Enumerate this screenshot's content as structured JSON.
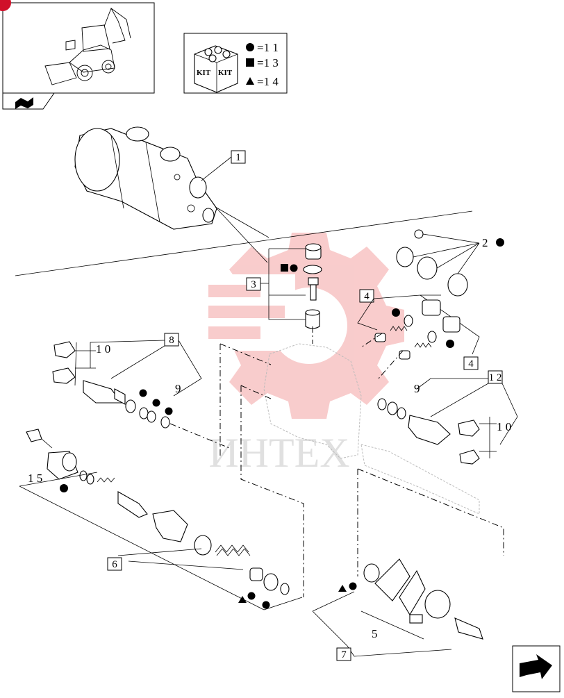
{
  "kit_legend": [
    {
      "symbol": "circle",
      "label": "=1 1"
    },
    {
      "symbol": "square",
      "label": "=1 3"
    },
    {
      "symbol": "triangle",
      "label": "=1 4"
    }
  ],
  "kit_box_text": [
    "KIT",
    "KIT"
  ],
  "boxed_refs": [
    "1",
    "3",
    "4",
    "4",
    "8",
    "1 2",
    "6",
    "7"
  ],
  "plain_refs": [
    "2",
    "1 0",
    "9",
    "9",
    "1 0",
    "1 5",
    "5"
  ],
  "watermark_text": "ИНТЕХ",
  "colors": {
    "watermark": "#f4a3a3",
    "badge": "#d0102a",
    "ink": "#000000"
  },
  "icons": [
    "machine-thumbnail",
    "flag-tab-icon",
    "kit-box-icon",
    "next-page-arrow-icon"
  ]
}
